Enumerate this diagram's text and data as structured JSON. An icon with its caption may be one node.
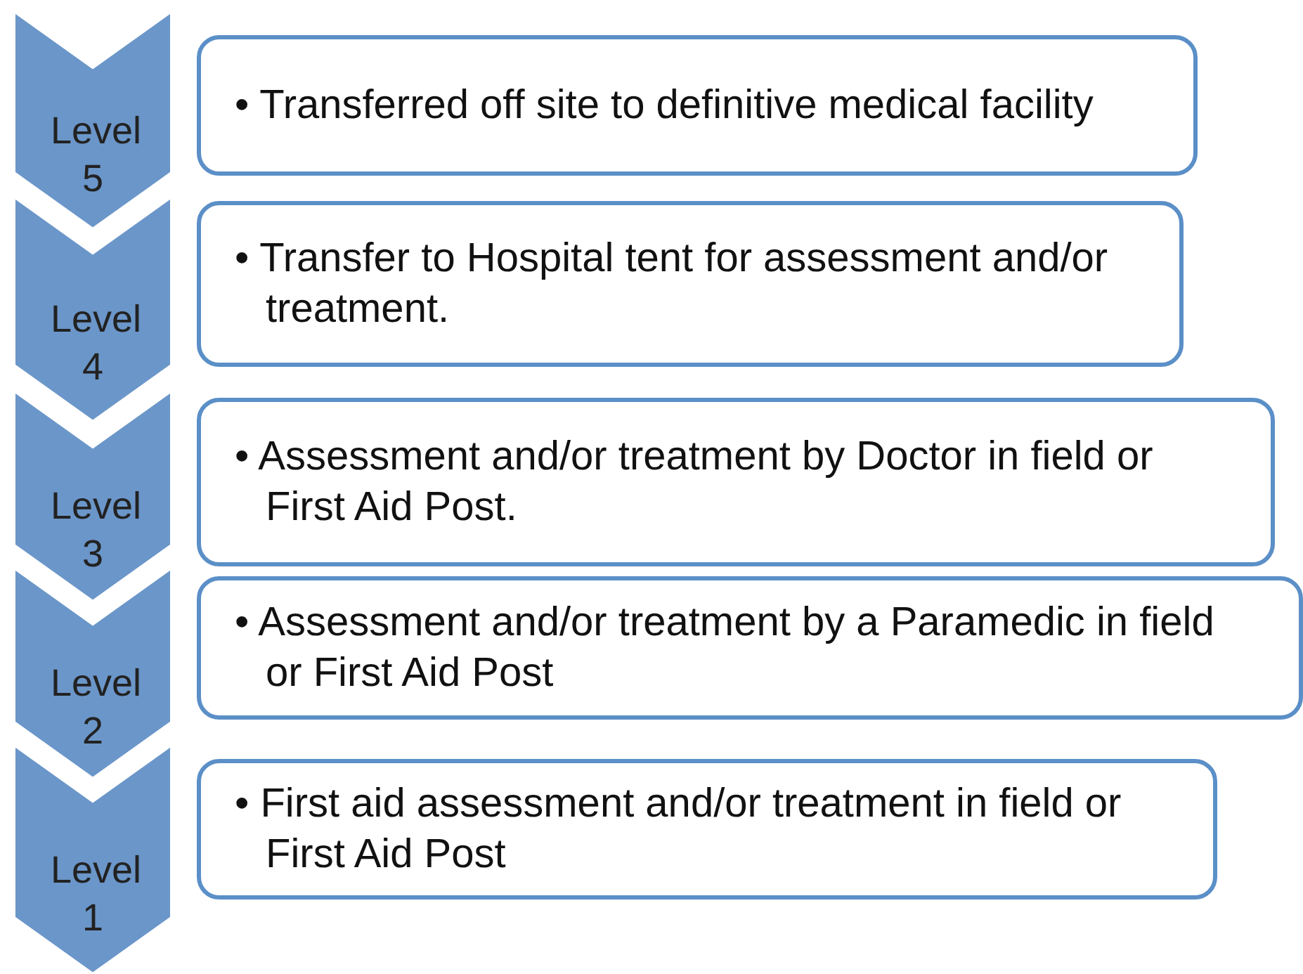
{
  "diagram": {
    "nodes": [
      {
        "text": [
          "Level 5"
        ]
      },
      {
        "text": [
          "• Transferred off site to definitive medical facility"
        ]
      },
      {
        "text": [
          "Level 4"
        ]
      },
      {
        "text": [
          "• Transfer to Hospital tent for assessment and/or treatment."
        ]
      },
      {
        "text": [
          "Level 3"
        ]
      },
      {
        "text": [
          "• Assessment and/or treatment by Doctor in field or First Aid Post."
        ]
      },
      {
        "text": [
          "Level 2"
        ]
      },
      {
        "text": [
          "• Assessment and/or treatment by a Paramedic in field or First Aid Post"
        ]
      },
      {
        "text": [
          "Level 1"
        ]
      },
      {
        "text": [
          "• First aid assessment and/or treatment in field or First Aid Post"
        ]
      }
    ]
  }
}
